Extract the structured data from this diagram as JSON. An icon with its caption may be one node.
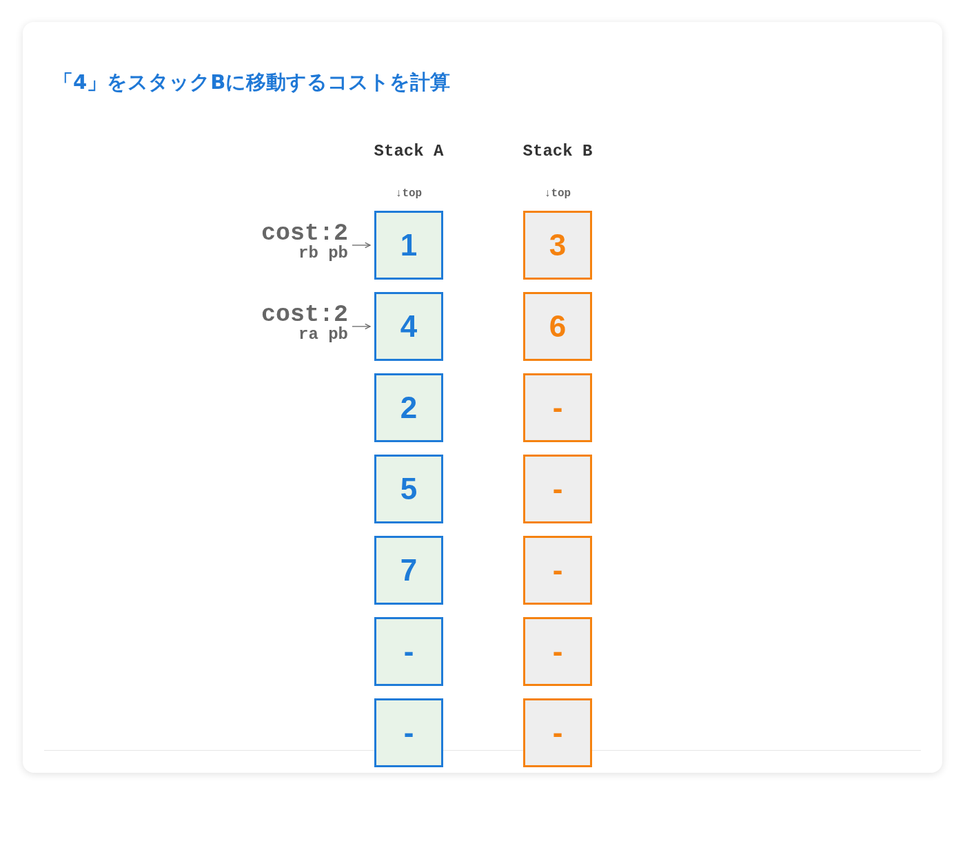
{
  "diagram": {
    "title": "「4」をスタックBに移動するコストを計算",
    "nodes": [
      {
        "text": [
          "cost:2",
          "rb pb"
        ]
      },
      {
        "text": [
          "1"
        ]
      },
      {
        "text": [
          "3"
        ]
      },
      {
        "text": [
          "cost:2",
          "ra pb"
        ]
      },
      {
        "text": [
          "4"
        ]
      },
      {
        "text": [
          "6"
        ]
      },
      {
        "text": [
          "2"
        ]
      },
      {
        "text": [
          "-"
        ]
      },
      {
        "text": [
          "5"
        ]
      },
      {
        "text": [
          "-"
        ]
      },
      {
        "text": [
          "7"
        ]
      },
      {
        "text": [
          "-"
        ]
      },
      {
        "text": [
          "-"
        ]
      },
      {
        "text": [
          "-"
        ]
      },
      {
        "text": [
          "-"
        ]
      },
      {
        "text": [
          "-"
        ]
      }
    ],
    "edges": [
      {
        "from": 0,
        "to": 1,
        "arrow": "to"
      },
      {
        "from": 3,
        "to": 4,
        "arrow": "to"
      }
    ],
    "labels": [
      "Stack A",
      "Stack B",
      "↓top",
      "↓top"
    ]
  }
}
